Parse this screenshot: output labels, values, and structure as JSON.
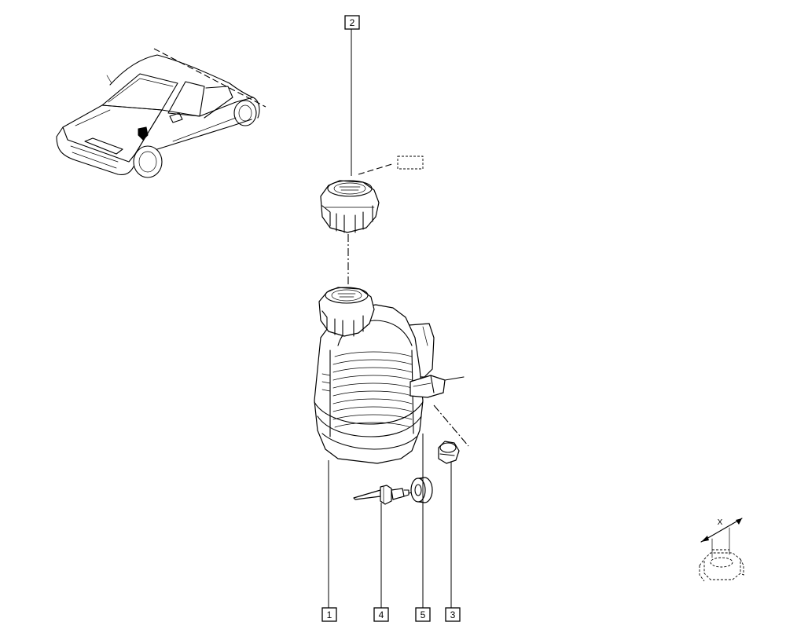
{
  "callouts": {
    "c1": "1",
    "c2": "2",
    "c3": "3",
    "c4": "4",
    "c5": "5"
  },
  "dimension_label": "X",
  "icons": {
    "car": "vehicle-location-illustration",
    "cap": "pressure-cap",
    "tank": "expansion-tank",
    "fitting": "hose-fitting",
    "pin": "bleed-screw",
    "grommet": "rubber-grommet",
    "nut": "hex-nut-dimension-x"
  },
  "colors": {
    "line": "#000000",
    "background": "#ffffff"
  }
}
